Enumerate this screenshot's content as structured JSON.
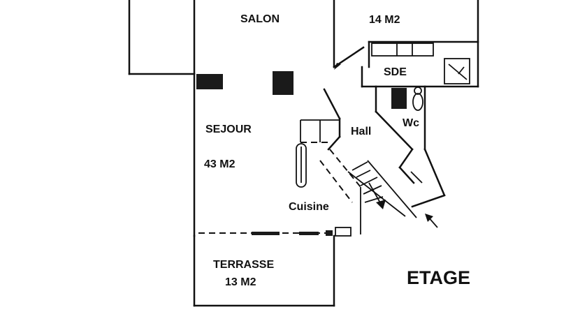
{
  "plan": {
    "level": "ETAGE",
    "rooms": {
      "salon": {
        "name": "SALON"
      },
      "bedroom": {
        "area": "14 M2"
      },
      "sde": {
        "name": "SDE"
      },
      "wc": {
        "name": "Wc"
      },
      "hall": {
        "name": "Hall"
      },
      "sejour": {
        "name": "SEJOUR",
        "area": "43 M2"
      },
      "cuisine": {
        "name": "Cuisine"
      },
      "terrasse": {
        "name": "TERRASSE",
        "area": "13 M2"
      }
    }
  }
}
